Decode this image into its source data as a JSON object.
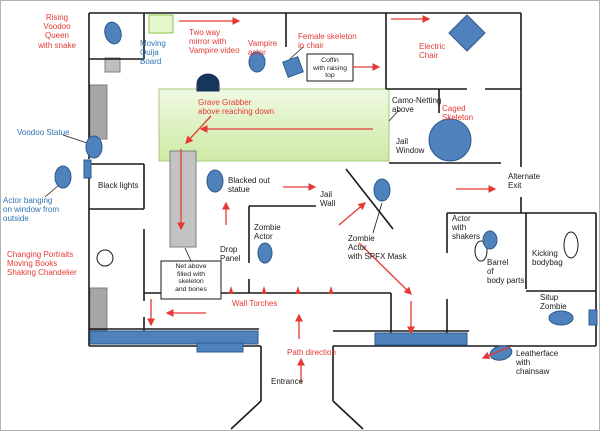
{
  "colors": {
    "path_arrow_red": "#e53935",
    "label_red": "#e53935",
    "label_blue": "#2e74b5",
    "prop_blue": "#4f81bd",
    "netting_green": "#d9edb4",
    "panel_gray": "#a6a6a6"
  },
  "labels": {
    "rising_voodoo_queen": "Rising\nVoodoo\nQueen\nwith snake",
    "moving_ouija_board": "Moving\nOuija\nBoard",
    "two_way_mirror": "Two way\nmirror with\nVampire video",
    "vampire_actor": "Vampire\nactor",
    "female_skeleton": "Female skeleton\nin chair",
    "coffin": "Coffin\nwith raising top",
    "electric_chair": "Electric\nChair",
    "grave_grabber": "Grave Grabber\nabove reaching down",
    "camo_netting": "Camo-Netting\nabove",
    "jail_window": "Jail\nWindow",
    "caged_skeleton": "Caged\nSkeleton",
    "voodoo_statue": "Voodoo Statue",
    "black_lights": "Black lights",
    "actor_banging": "Actor banging\non window from\noutside",
    "blacked_out_statue": "Blacked out\nstatue",
    "jail_wall": "Jail\nWall",
    "alternate_exit": "Alternate\nExit",
    "changing_portraits": "Changing Portraits\nMoving Books\nShaking Chandelier",
    "net_above": "Net above\nfilled with\nskeleton\nand bones",
    "drop_panel": "Drop\nPanel",
    "zombie_actor": "Zombie\nActor",
    "zombie_spfx": "Zombie\nActor\nwith SPFX Mask",
    "actor_shakers": "Actor\nwith\nshakers",
    "barrel": "Barrel\nof\nbody parts",
    "kicking_bodybag": "Kicking\nbodybag",
    "situp_zombie": "Situp\nZombie",
    "leatherface": "Leatherface\nwith\nchainsaw",
    "wall_torches": "Wall Torches",
    "path_direction": "Path direction",
    "entrance": "Entrance"
  }
}
